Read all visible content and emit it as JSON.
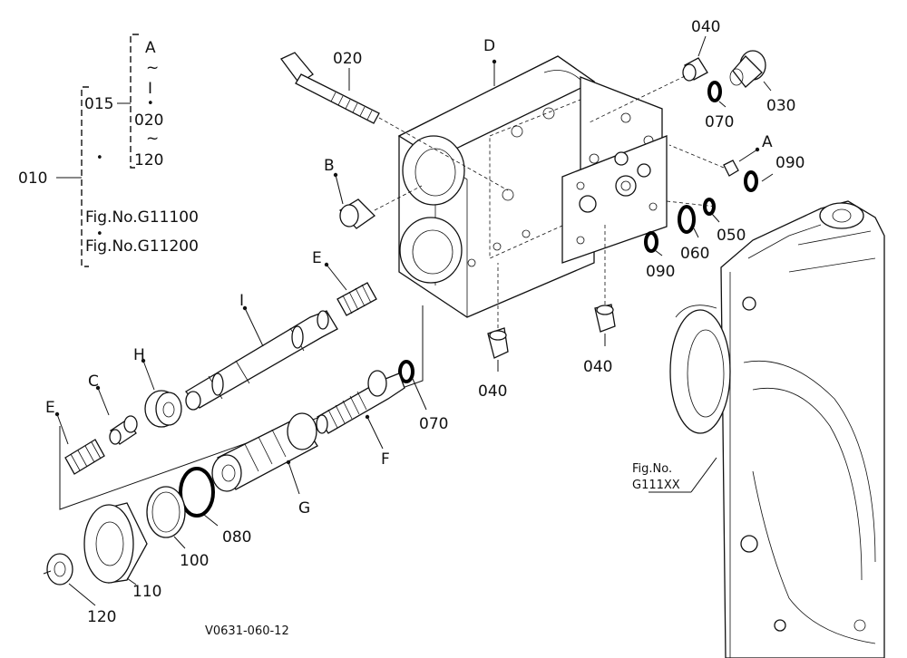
{
  "legend": {
    "part_010": "010",
    "part_015": "015",
    "range_start": "A",
    "tilde": "~",
    "range_mid": "I",
    "dot": "•",
    "sub_020": "020",
    "sub_120": "120",
    "fig_1": "Fig.No.G11100",
    "fig_2": "Fig.No.G11200"
  },
  "callouts": {
    "c020": "020",
    "cD": "D",
    "c040_top": "040",
    "c030": "030",
    "c070_top": "070",
    "cA": "A",
    "c090_right": "090",
    "cB": "B",
    "c050": "050",
    "c060": "060",
    "c090_mid": "090",
    "cE_upper": "E",
    "cI": "I",
    "c040_mid": "040",
    "c040_right": "040",
    "cH": "H",
    "cC": "C",
    "c070_mid": "070",
    "cE_lower": "E",
    "cF": "F",
    "cG": "G",
    "c080": "080",
    "c100": "100",
    "c110": "110",
    "c120": "120",
    "fig_ref_1": "Fig.No.",
    "fig_ref_2": "G111XX"
  },
  "footer": {
    "code": "V0631-060-12"
  }
}
